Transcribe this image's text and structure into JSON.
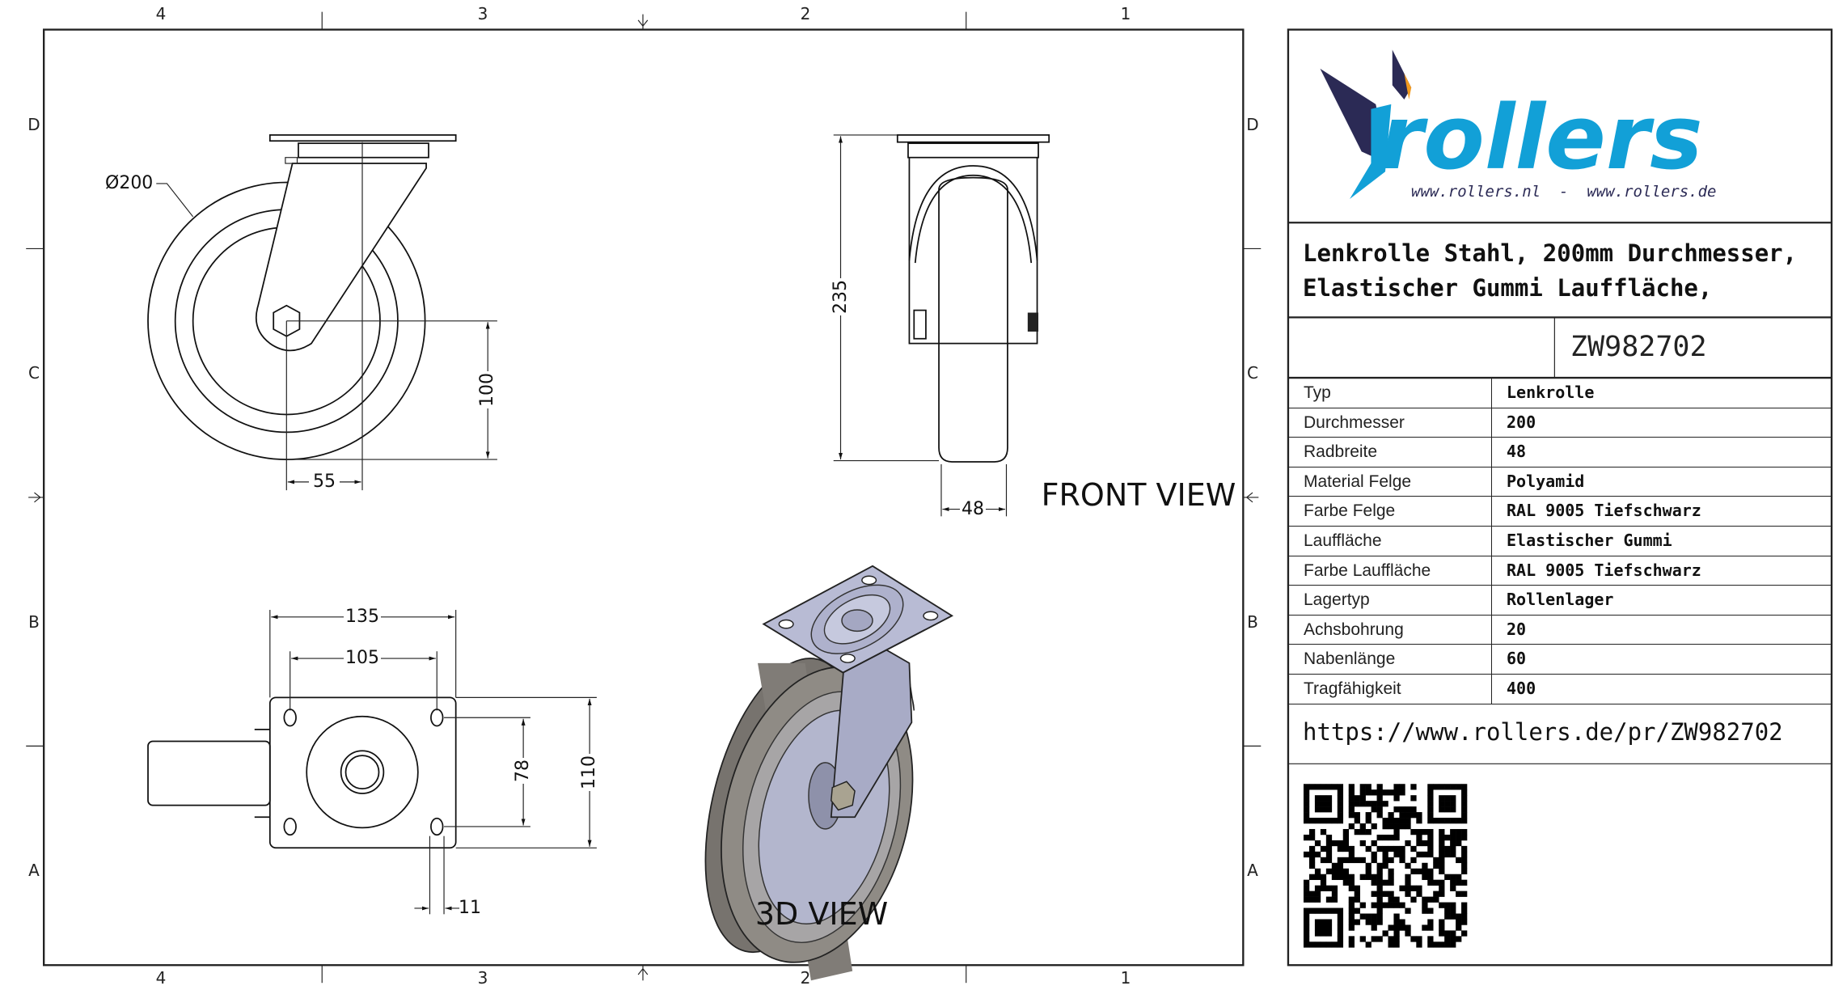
{
  "zones": {
    "columns": [
      "4",
      "3",
      "2",
      "1"
    ],
    "rows": [
      "D",
      "C",
      "B",
      "A"
    ]
  },
  "views": {
    "front": "FRONT VIEW",
    "iso": "3D VIEW"
  },
  "dimensions": {
    "diameter": "Ø200",
    "height_100": "100",
    "offset_55": "55",
    "height_235": "235",
    "width_48": "48",
    "plate_135": "135",
    "holes_105": "105",
    "holes_78": "78",
    "plate_110": "110",
    "hole_11": "11"
  },
  "logo": {
    "brand": "rollers",
    "urls": "www.rollers.nl  -  www.rollers.de"
  },
  "colors": {
    "brand_blue": "#12a0d7",
    "brand_navy": "#2b2a55",
    "brand_orange": "#f29a1f"
  },
  "title": {
    "line1": "Lenkrolle Stahl, 200mm Durchmesser,",
    "line2": "Elastischer Gummi Lauffläche,"
  },
  "part_number": "ZW982702",
  "specs": [
    {
      "label": "Typ",
      "value": "Lenkrolle"
    },
    {
      "label": "Durchmesser",
      "value": "200"
    },
    {
      "label": "Radbreite",
      "value": "48"
    },
    {
      "label": "Material Felge",
      "value": "Polyamid"
    },
    {
      "label": "Farbe Felge",
      "value": "RAL 9005 Tiefschwarz"
    },
    {
      "label": "Lauffläche",
      "value": "Elastischer Gummi"
    },
    {
      "label": "Farbe Lauffläche",
      "value": "RAL 9005 Tiefschwarz"
    },
    {
      "label": "Lagertyp",
      "value": "Rollenlager"
    },
    {
      "label": "Achsbohrung",
      "value": "20"
    },
    {
      "label": "Nabenlänge",
      "value": "60"
    },
    {
      "label": "Tragfähigkeit",
      "value": "400"
    }
  ],
  "product_url": "https://www.rollers.de/pr/ZW982702"
}
